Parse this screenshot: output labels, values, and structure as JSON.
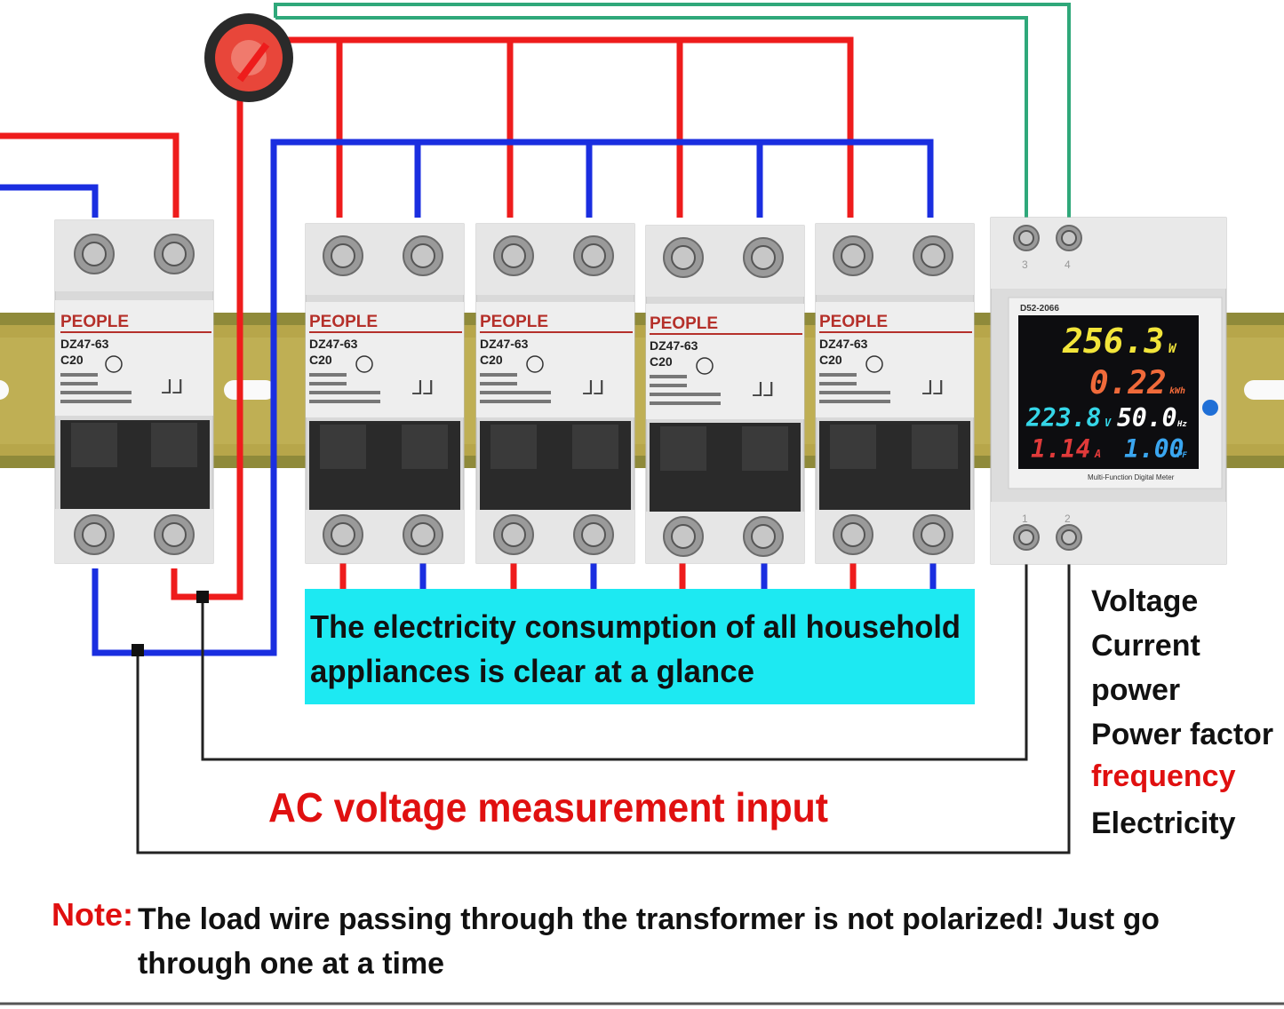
{
  "breakers": [
    {
      "brand": "PEOPLE",
      "model": "DZ47-63",
      "rating": "C20"
    },
    {
      "brand": "PEOPLE",
      "model": "DZ47-63",
      "rating": "C20"
    },
    {
      "brand": "PEOPLE",
      "model": "DZ47-63",
      "rating": "C20"
    },
    {
      "brand": "PEOPLE",
      "model": "DZ47-63",
      "rating": "C20"
    },
    {
      "brand": "PEOPLE",
      "model": "DZ47-63",
      "rating": "C20"
    }
  ],
  "meter": {
    "model": "D52-2066",
    "footer": "Multi-Function Digital Meter",
    "power": {
      "value": "256.3",
      "unit": "W"
    },
    "energy": {
      "value": "0.22",
      "unit": "kWh"
    },
    "voltage": {
      "value": "223.8",
      "unit": "V"
    },
    "frequency": {
      "value": "50.0",
      "unit": "Hz"
    },
    "current": {
      "value": "1.14",
      "unit": "A"
    },
    "power_factor": {
      "value": "1.00",
      "unit": "PF"
    },
    "terminals_top": [
      "3",
      "4"
    ],
    "terminals_bottom": [
      "1",
      "2"
    ]
  },
  "callout": {
    "line1": "The electricity consumption of all household",
    "line2": "appliances is clear at a glance"
  },
  "ac_label": "AC voltage measurement input",
  "features": [
    {
      "label": "Voltage",
      "color": "#111111"
    },
    {
      "label": "Current",
      "color": "#111111"
    },
    {
      "label": "power",
      "color": "#111111"
    },
    {
      "label": "Power factor",
      "color": "#111111"
    },
    {
      "label": "frequency",
      "color": "#e01010"
    },
    {
      "label": "Electricity",
      "color": "#111111"
    }
  ],
  "note": {
    "prefix": "Note:",
    "line1": "The load wire passing through the transformer is not polarized! Just go",
    "line2": "through one at a time"
  },
  "colors": {
    "live_wire": "#ee1c1c",
    "neutral_wire": "#1a2ee0",
    "sense_wire": "#2fa87a",
    "callout_bg": "#1de9f2",
    "accent_red": "#e01010"
  }
}
